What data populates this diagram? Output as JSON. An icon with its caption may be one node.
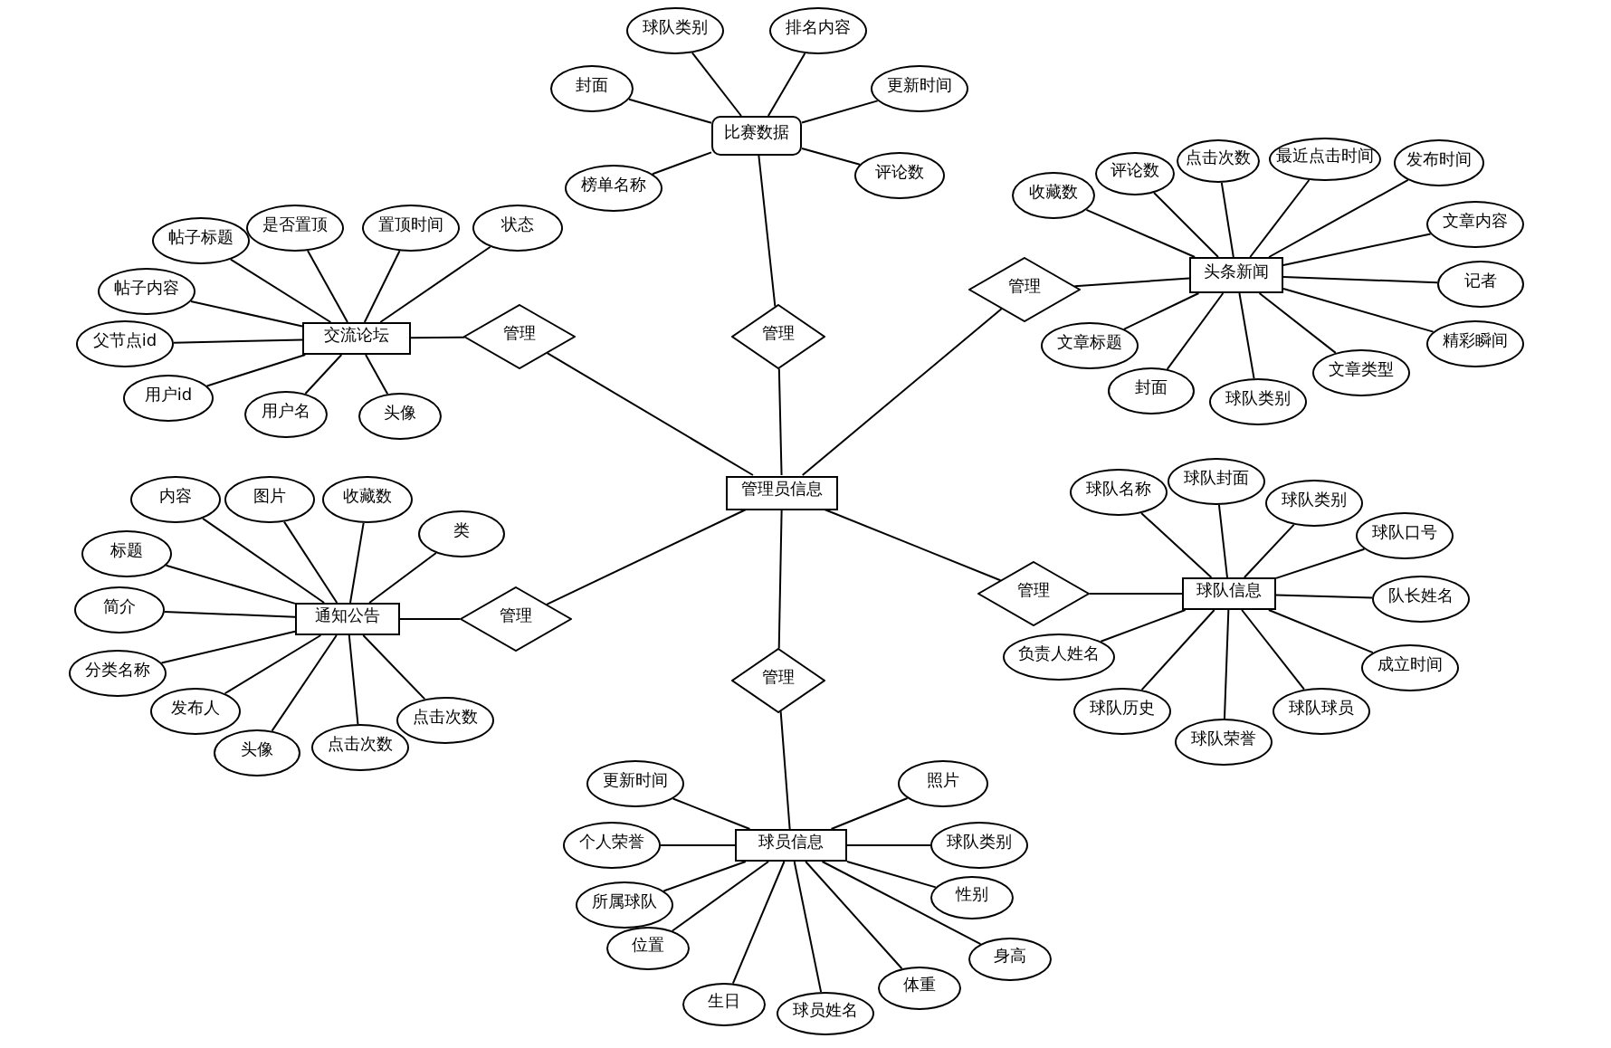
{
  "diagram": {
    "nodes": [
      {
        "text": [
          "管理员信息"
        ]
      },
      {
        "text": [
          "管理"
        ]
      },
      {
        "text": [
          "交流论坛"
        ]
      },
      {
        "text": [
          "帖子标题"
        ]
      },
      {
        "text": [
          "是否置顶"
        ]
      },
      {
        "text": [
          "置顶时间"
        ]
      },
      {
        "text": [
          "状态"
        ]
      },
      {
        "text": [
          "帖子内容"
        ]
      },
      {
        "text": [
          "父节点id"
        ]
      },
      {
        "text": [
          "用户id"
        ]
      },
      {
        "text": [
          "用户名"
        ]
      },
      {
        "text": [
          "头像"
        ]
      },
      {
        "text": [
          "管理"
        ]
      },
      {
        "text": [
          "比赛数据"
        ]
      },
      {
        "text": [
          "球队类别"
        ]
      },
      {
        "text": [
          "排名内容"
        ]
      },
      {
        "text": [
          "封面"
        ]
      },
      {
        "text": [
          "更新时间"
        ]
      },
      {
        "text": [
          "评论数"
        ]
      },
      {
        "text": [
          "榜单名称"
        ]
      },
      {
        "text": [
          "管理"
        ]
      },
      {
        "text": [
          "头条新闻"
        ]
      },
      {
        "text": [
          "收藏数"
        ]
      },
      {
        "text": [
          "评论数"
        ]
      },
      {
        "text": [
          "点击次数"
        ]
      },
      {
        "text": [
          "最近点击时间"
        ]
      },
      {
        "text": [
          "发布时间"
        ]
      },
      {
        "text": [
          "文章内容"
        ]
      },
      {
        "text": [
          "记者"
        ]
      },
      {
        "text": [
          "精彩瞬间"
        ]
      },
      {
        "text": [
          "文章标题"
        ]
      },
      {
        "text": [
          "封面"
        ]
      },
      {
        "text": [
          "球队类别"
        ]
      },
      {
        "text": [
          "文章类型"
        ]
      },
      {
        "text": [
          "管理"
        ]
      },
      {
        "text": [
          "通知公告"
        ]
      },
      {
        "text": [
          "内容"
        ]
      },
      {
        "text": [
          "图片"
        ]
      },
      {
        "text": [
          "收藏数"
        ]
      },
      {
        "text": [
          "类"
        ]
      },
      {
        "text": [
          "标题"
        ]
      },
      {
        "text": [
          "简介"
        ]
      },
      {
        "text": [
          "分类名称"
        ]
      },
      {
        "text": [
          "发布人"
        ]
      },
      {
        "text": [
          "头像"
        ]
      },
      {
        "text": [
          "点击次数"
        ]
      },
      {
        "text": [
          "点击次数"
        ]
      },
      {
        "text": [
          "管理"
        ]
      },
      {
        "text": [
          "球队信息"
        ]
      },
      {
        "text": [
          "球队名称"
        ]
      },
      {
        "text": [
          "球队封面"
        ]
      },
      {
        "text": [
          "球队类别"
        ]
      },
      {
        "text": [
          "球队口号"
        ]
      },
      {
        "text": [
          "队长姓名"
        ]
      },
      {
        "text": [
          "成立时间"
        ]
      },
      {
        "text": [
          "球队球员"
        ]
      },
      {
        "text": [
          "球队荣誉"
        ]
      },
      {
        "text": [
          "球队历史"
        ]
      },
      {
        "text": [
          "负责人姓名"
        ]
      },
      {
        "text": [
          "管理"
        ]
      },
      {
        "text": [
          "球员信息"
        ]
      },
      {
        "text": [
          "更新时间"
        ]
      },
      {
        "text": [
          "个人荣誉"
        ]
      },
      {
        "text": [
          "所属球队"
        ]
      },
      {
        "text": [
          "位置"
        ]
      },
      {
        "text": [
          "生日"
        ]
      },
      {
        "text": [
          "球员姓名"
        ]
      },
      {
        "text": [
          "体重"
        ]
      },
      {
        "text": [
          "身高"
        ]
      },
      {
        "text": [
          "性别"
        ]
      },
      {
        "text": [
          "球队类别"
        ]
      },
      {
        "text": [
          "照片"
        ]
      }
    ],
    "edges": [
      {
        "from": 0,
        "to": 1,
        "arrow": "none"
      },
      {
        "from": 1,
        "to": 2,
        "arrow": "none"
      },
      {
        "from": 2,
        "to": 3,
        "arrow": "none"
      },
      {
        "from": 2,
        "to": 4,
        "arrow": "none"
      },
      {
        "from": 2,
        "to": 5,
        "arrow": "none"
      },
      {
        "from": 2,
        "to": 6,
        "arrow": "none"
      },
      {
        "from": 2,
        "to": 7,
        "arrow": "none"
      },
      {
        "from": 2,
        "to": 8,
        "arrow": "none"
      },
      {
        "from": 2,
        "to": 9,
        "arrow": "none"
      },
      {
        "from": 2,
        "to": 10,
        "arrow": "none"
      },
      {
        "from": 2,
        "to": 11,
        "arrow": "none"
      },
      {
        "from": 0,
        "to": 12,
        "arrow": "none"
      },
      {
        "from": 12,
        "to": 13,
        "arrow": "none"
      },
      {
        "from": 13,
        "to": 14,
        "arrow": "none"
      },
      {
        "from": 13,
        "to": 15,
        "arrow": "none"
      },
      {
        "from": 13,
        "to": 16,
        "arrow": "none"
      },
      {
        "from": 13,
        "to": 17,
        "arrow": "none"
      },
      {
        "from": 13,
        "to": 18,
        "arrow": "none"
      },
      {
        "from": 13,
        "to": 19,
        "arrow": "none"
      },
      {
        "from": 0,
        "to": 20,
        "arrow": "none"
      },
      {
        "from": 20,
        "to": 21,
        "arrow": "none"
      },
      {
        "from": 21,
        "to": 22,
        "arrow": "none"
      },
      {
        "from": 21,
        "to": 23,
        "arrow": "none"
      },
      {
        "from": 21,
        "to": 24,
        "arrow": "none"
      },
      {
        "from": 21,
        "to": 25,
        "arrow": "none"
      },
      {
        "from": 21,
        "to": 26,
        "arrow": "none"
      },
      {
        "from": 21,
        "to": 27,
        "arrow": "none"
      },
      {
        "from": 21,
        "to": 28,
        "arrow": "none"
      },
      {
        "from": 21,
        "to": 29,
        "arrow": "none"
      },
      {
        "from": 21,
        "to": 30,
        "arrow": "none"
      },
      {
        "from": 21,
        "to": 31,
        "arrow": "none"
      },
      {
        "from": 21,
        "to": 32,
        "arrow": "none"
      },
      {
        "from": 21,
        "to": 33,
        "arrow": "none"
      },
      {
        "from": 0,
        "to": 34,
        "arrow": "none"
      },
      {
        "from": 34,
        "to": 35,
        "arrow": "none"
      },
      {
        "from": 35,
        "to": 36,
        "arrow": "none"
      },
      {
        "from": 35,
        "to": 37,
        "arrow": "none"
      },
      {
        "from": 35,
        "to": 38,
        "arrow": "none"
      },
      {
        "from": 35,
        "to": 39,
        "arrow": "none"
      },
      {
        "from": 35,
        "to": 40,
        "arrow": "none"
      },
      {
        "from": 35,
        "to": 41,
        "arrow": "none"
      },
      {
        "from": 35,
        "to": 42,
        "arrow": "none"
      },
      {
        "from": 35,
        "to": 43,
        "arrow": "none"
      },
      {
        "from": 35,
        "to": 44,
        "arrow": "none"
      },
      {
        "from": 35,
        "to": 45,
        "arrow": "none"
      },
      {
        "from": 35,
        "to": 46,
        "arrow": "none"
      },
      {
        "from": 0,
        "to": 47,
        "arrow": "none"
      },
      {
        "from": 47,
        "to": 48,
        "arrow": "none"
      },
      {
        "from": 48,
        "to": 49,
        "arrow": "none"
      },
      {
        "from": 48,
        "to": 50,
        "arrow": "none"
      },
      {
        "from": 48,
        "to": 51,
        "arrow": "none"
      },
      {
        "from": 48,
        "to": 52,
        "arrow": "none"
      },
      {
        "from": 48,
        "to": 53,
        "arrow": "none"
      },
      {
        "from": 48,
        "to": 54,
        "arrow": "none"
      },
      {
        "from": 48,
        "to": 55,
        "arrow": "none"
      },
      {
        "from": 48,
        "to": 56,
        "arrow": "none"
      },
      {
        "from": 48,
        "to": 57,
        "arrow": "none"
      },
      {
        "from": 48,
        "to": 58,
        "arrow": "none"
      },
      {
        "from": 0,
        "to": 59,
        "arrow": "none"
      },
      {
        "from": 59,
        "to": 60,
        "arrow": "none"
      },
      {
        "from": 60,
        "to": 61,
        "arrow": "none"
      },
      {
        "from": 60,
        "to": 62,
        "arrow": "none"
      },
      {
        "from": 60,
        "to": 63,
        "arrow": "none"
      },
      {
        "from": 60,
        "to": 64,
        "arrow": "none"
      },
      {
        "from": 60,
        "to": 65,
        "arrow": "none"
      },
      {
        "from": 60,
        "to": 66,
        "arrow": "none"
      },
      {
        "from": 60,
        "to": 67,
        "arrow": "none"
      },
      {
        "from": 60,
        "to": 68,
        "arrow": "none"
      },
      {
        "from": 60,
        "to": 69,
        "arrow": "none"
      },
      {
        "from": 60,
        "to": 70,
        "arrow": "none"
      },
      {
        "from": 60,
        "to": 71,
        "arrow": "none"
      }
    ]
  }
}
